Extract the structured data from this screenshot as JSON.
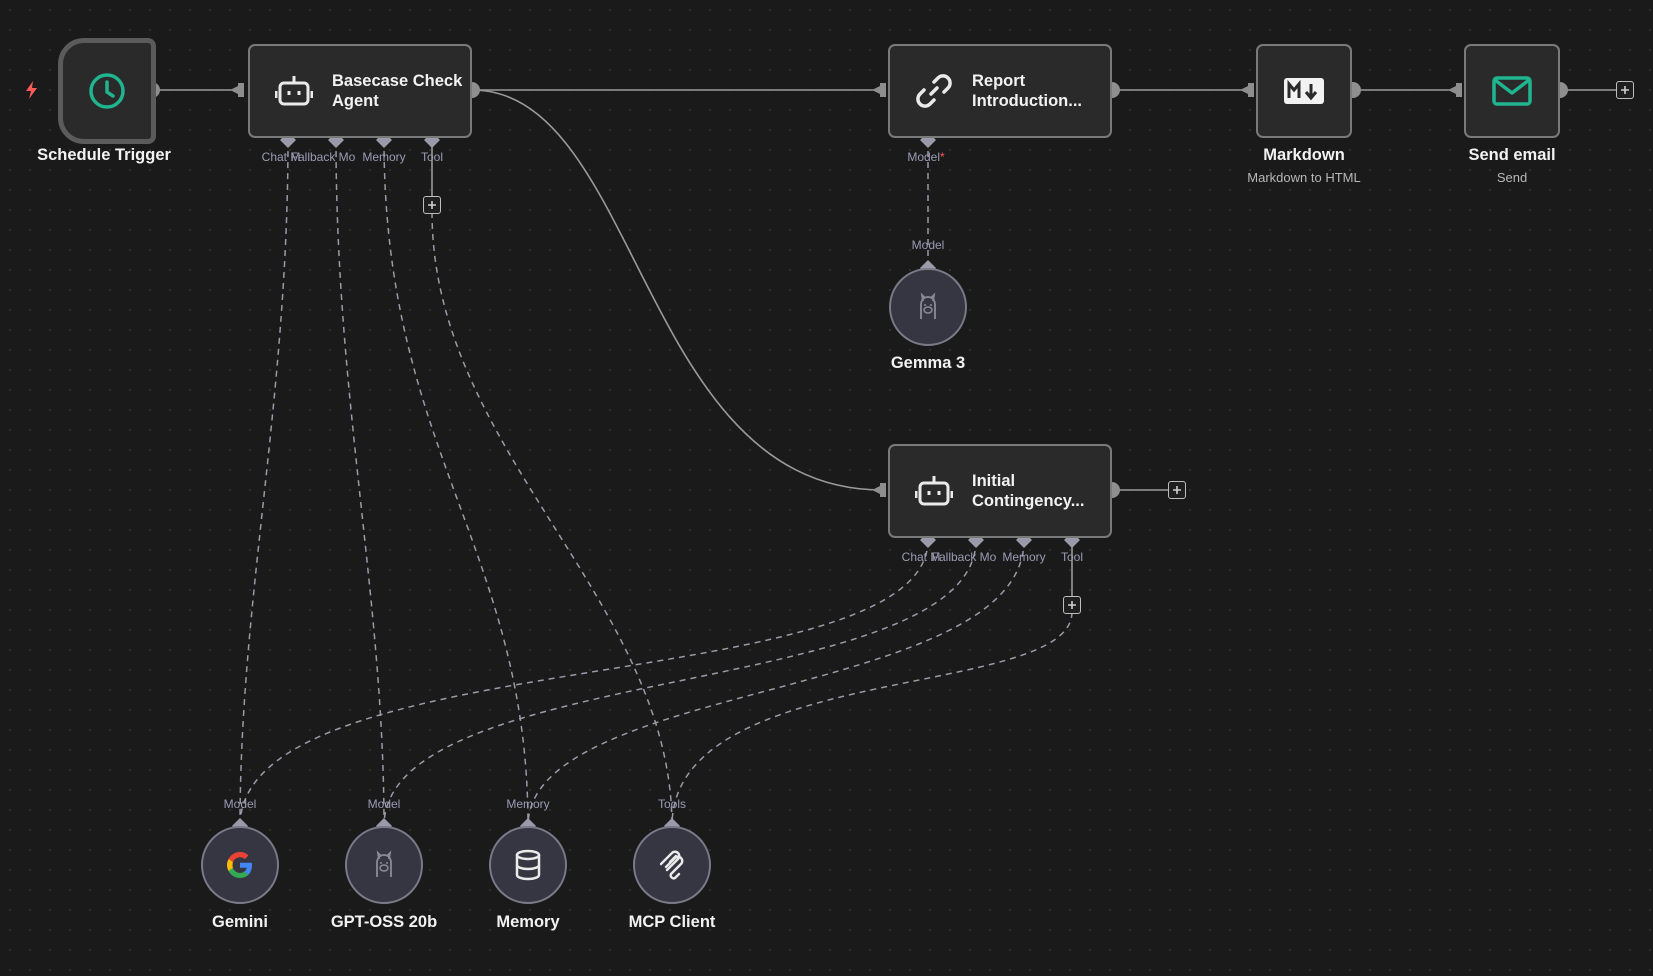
{
  "canvas": {
    "background": "#1a1a1a",
    "accent_green": "#1fb58f",
    "bolt_color": "#ff5a5a"
  },
  "nodes": {
    "schedule_trigger": {
      "label": "Schedule Trigger",
      "icon": "clock-icon"
    },
    "basecase_agent": {
      "title": "Basecase Check\nAgent",
      "icon": "robot-icon",
      "ports": {
        "chat_model": "Chat M",
        "fallback_model": "Fallback Mo",
        "memory": "Memory",
        "tool": "Tool"
      }
    },
    "report_intro": {
      "title": "Report\nIntroduction...",
      "icon": "link-icon",
      "ports": {
        "model": "Model",
        "required_mark": "*"
      }
    },
    "markdown": {
      "label": "Markdown",
      "sub": "Markdown to HTML",
      "icon": "markdown-icon"
    },
    "send_email": {
      "label": "Send email",
      "sub": "Send",
      "icon": "envelope-icon"
    },
    "initial_contingency": {
      "title": "Initial\nContingency...",
      "icon": "robot-icon",
      "ports": {
        "chat_model": "Chat M",
        "fallback_model": "Fallback Mo",
        "memory": "Memory",
        "tool": "Tool"
      }
    },
    "gemma3": {
      "label": "Gemma 3",
      "port": "Model",
      "icon": "ollama-icon"
    },
    "gemini": {
      "label": "Gemini",
      "port": "Model",
      "icon": "google-icon"
    },
    "gpt_oss": {
      "label": "GPT-OSS 20b",
      "port": "Model",
      "icon": "ollama-icon"
    },
    "memory": {
      "label": "Memory",
      "port": "Memory",
      "icon": "database-icon"
    },
    "mcp_client": {
      "label": "MCP Client",
      "port": "Tools",
      "icon": "mcp-icon"
    }
  }
}
